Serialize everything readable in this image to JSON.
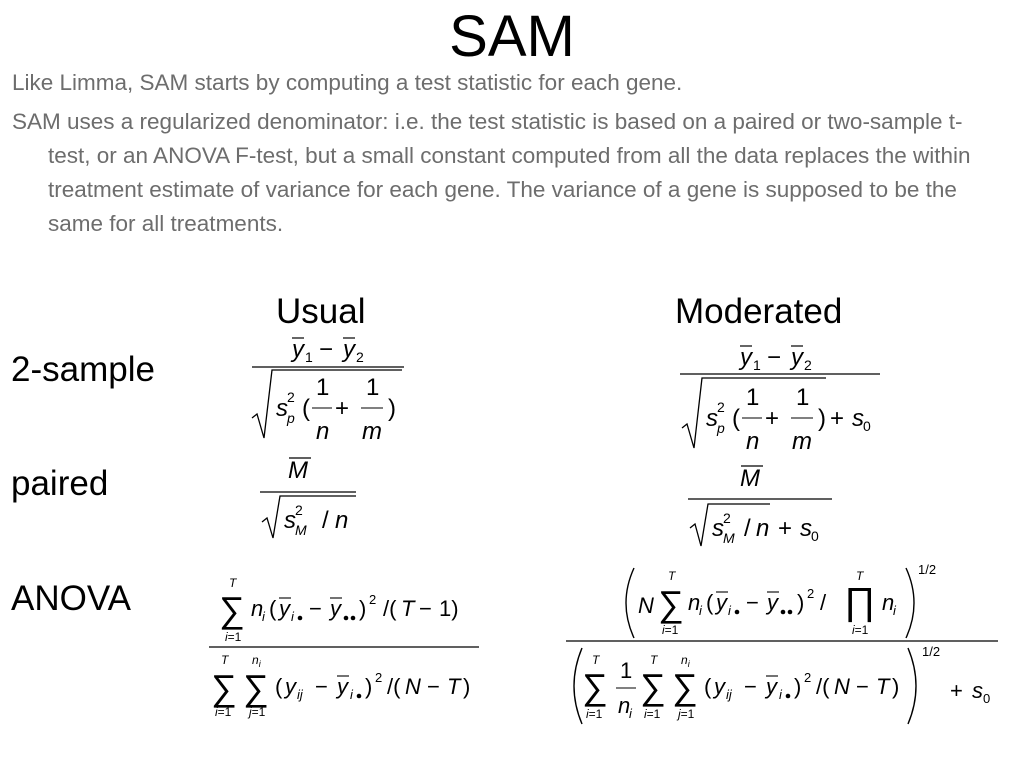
{
  "slide": {
    "title": "SAM",
    "bullets": [
      "Like Limma, SAM starts by computing a test statistic for each gene.",
      "SAM uses a regularized denominator:  i.e. the test statistic is based on a paired or two-sample t-test, or an ANOVA F-test, but a small constant computed from all the data replaces the within treatment estimate of variance for each gene.  The variance of a gene is supposed to be the same for all treatments."
    ]
  },
  "table": {
    "columns": [
      "Usual",
      "Moderated"
    ],
    "rows": [
      "2-sample",
      "paired",
      "ANOVA"
    ]
  },
  "colors": {
    "body_text": "#6d6d6d",
    "heading_text": "#000000"
  }
}
